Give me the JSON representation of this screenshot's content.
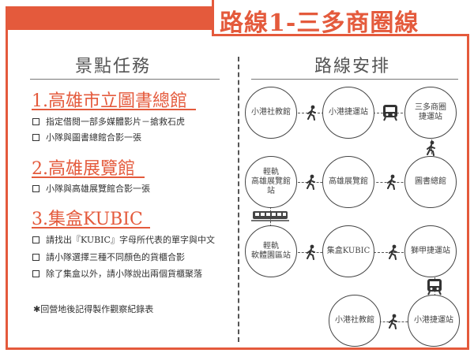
{
  "title": "路線1-三多商圈線",
  "left": {
    "heading": "景點任務",
    "sites": [
      {
        "name": "1.高雄市立圖書總館",
        "tasks": [
          "指定借閱一部多媒體影片－搶救石虎",
          "小隊與圖書總館合影一張"
        ]
      },
      {
        "name": "2.高雄展覽館",
        "tasks": [
          "小隊與高雄展覽館合影一張"
        ]
      },
      {
        "name": "3.集盒KUBIC",
        "tasks": [
          "請找出『KUBIC』字母所代表的單字與中文",
          "請小隊選擇三種不同顏色的貨櫃合影",
          "除了集盒以外，請小隊說出兩個貨櫃聚落"
        ]
      }
    ],
    "note": "✱回營地後記得製作觀察紀錄表"
  },
  "right": {
    "heading": "路線安排",
    "stops": {
      "s1": "小港社教館",
      "s2": "小港捷運站",
      "s3": "三多商圈\n捷運站",
      "s4": "輕軌\n高雄展覽館站",
      "s5": "高雄展覽館",
      "s6": "圖書總館",
      "s7": "輕軌\n軟體園區站",
      "s8": "集盒KUBIC",
      "s9": "獅甲捷運站",
      "s10": "小港社教館",
      "s11": "小港捷運站"
    },
    "icons": {
      "walk": "walking-person-icon",
      "mrt": "metro-train-icon",
      "lrt": "light-rail-icon"
    }
  },
  "colors": {
    "accent": "#e45a3c",
    "line": "#444444"
  }
}
